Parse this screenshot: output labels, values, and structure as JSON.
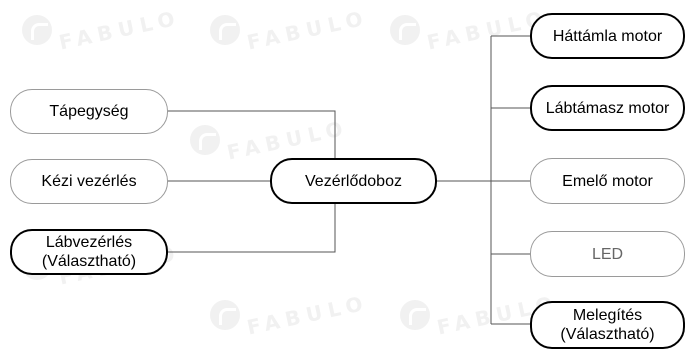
{
  "diagram": {
    "center": {
      "label": "Vezérlődoboz"
    },
    "inputs": [
      {
        "label": "Tápegység",
        "style": "thin"
      },
      {
        "label": "Kézi vezérlés",
        "style": "thin"
      },
      {
        "label_line1": "Lábvezérlés",
        "label_line2": "(Választható)",
        "style": "bold"
      }
    ],
    "outputs": [
      {
        "label": "Háttámla motor",
        "style": "bold"
      },
      {
        "label": "Lábtámasz motor",
        "style": "bold"
      },
      {
        "label": "Emelő motor",
        "style": "thin"
      },
      {
        "label": "LED",
        "style": "thin"
      },
      {
        "label_line1": "Melegítés",
        "label_line2": "(Választható)",
        "style": "bold"
      }
    ]
  },
  "watermark": {
    "text": "FABULO"
  },
  "colors": {
    "line": "#555555",
    "thin_border": "#9a9a9a",
    "bold_border": "#000000",
    "watermark": "#f1f1f1"
  }
}
